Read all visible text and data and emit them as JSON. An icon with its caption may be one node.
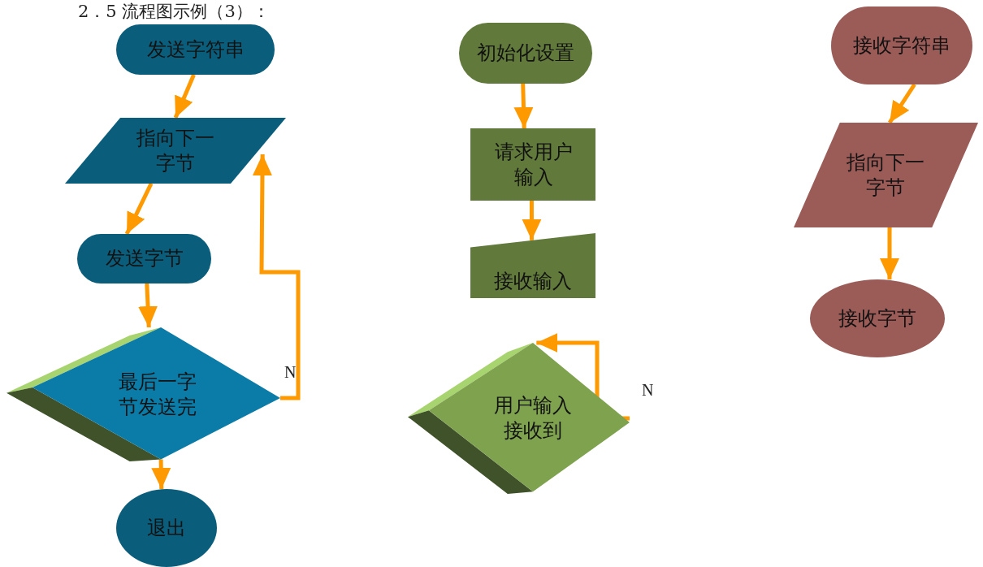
{
  "diagram": {
    "title": "2．5 流程图示例（3）：",
    "nodes": [
      {
        "text": [
          "发送字符串"
        ]
      },
      {
        "text": [
          "指向下一字节"
        ]
      },
      {
        "text": [
          "发送字节"
        ]
      },
      {
        "text": [
          "最后一字节发送完"
        ]
      },
      {
        "text": [
          "退出"
        ]
      },
      {
        "text": [
          "初始化设置"
        ]
      },
      {
        "text": [
          "请求用户输入"
        ]
      },
      {
        "text": [
          "接收输入"
        ]
      },
      {
        "text": [
          "用户输入接收到"
        ]
      },
      {
        "text": [
          "接收字符串"
        ]
      },
      {
        "text": [
          "指向下一字节"
        ]
      },
      {
        "text": [
          "接收字节"
        ]
      }
    ],
    "edges": [
      {
        "from": 0,
        "to": 1,
        "arrow": "to"
      },
      {
        "from": 1,
        "to": 2,
        "arrow": "to"
      },
      {
        "from": 2,
        "to": 3,
        "arrow": "to"
      },
      {
        "from": 3,
        "to": 4,
        "arrow": "to"
      },
      {
        "from": 3,
        "to": 1,
        "arrow": "to",
        "label": "N"
      },
      {
        "from": 5,
        "to": 6,
        "arrow": "to"
      },
      {
        "from": 6,
        "to": 7,
        "arrow": "to"
      },
      {
        "from": 8,
        "to": 8,
        "arrow": "to",
        "label": "N"
      },
      {
        "from": 9,
        "to": 10,
        "arrow": "to"
      },
      {
        "from": 10,
        "to": 11,
        "arrow": "to"
      }
    ]
  }
}
